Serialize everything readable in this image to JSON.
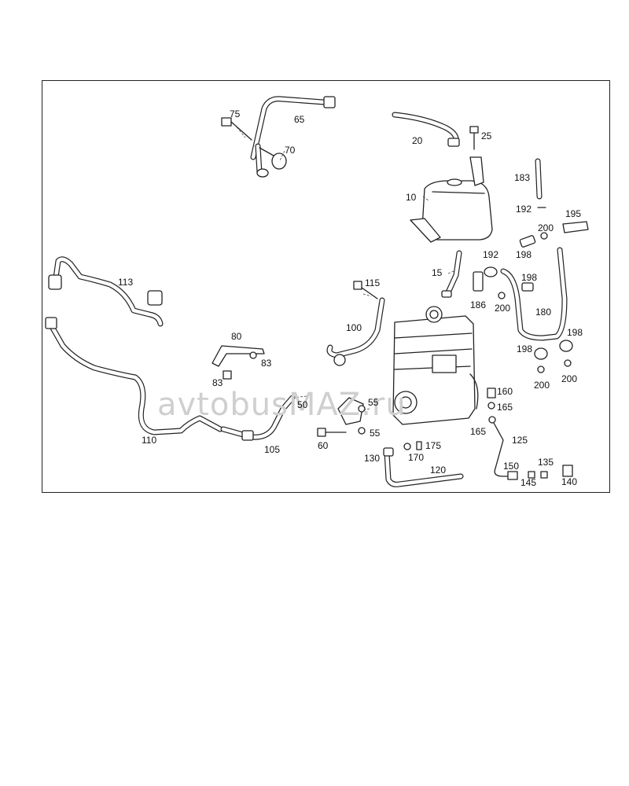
{
  "watermark": "avtobusMAZ.ru",
  "colors": {
    "line": "#222222",
    "background": "#ffffff",
    "watermark": "#cfcfcf"
  },
  "callouts": {
    "p75": "75",
    "p65": "65",
    "p70": "70",
    "p20": "20",
    "p25": "25",
    "p10": "10",
    "p183": "183",
    "p192a": "192",
    "p195": "195",
    "p200a": "200",
    "p198a": "198",
    "p192b": "192",
    "p15": "15",
    "p198b": "198",
    "p186": "186",
    "p200b": "200",
    "p180": "180",
    "p113": "113",
    "p115": "115",
    "p100": "100",
    "p80": "80",
    "p83a": "83",
    "p83b": "83",
    "p198c": "198",
    "p198d": "198",
    "p200c": "200",
    "p200d": "200",
    "p160": "160",
    "p165a": "165",
    "p165b": "165",
    "p50": "50",
    "p55a": "55",
    "p55b": "55",
    "p60": "60",
    "p110": "110",
    "p105": "105",
    "p175": "175",
    "p170": "170",
    "p130": "130",
    "p120": "120",
    "p125": "125",
    "p150": "150",
    "p135": "135",
    "p145": "145",
    "p140": "140"
  }
}
